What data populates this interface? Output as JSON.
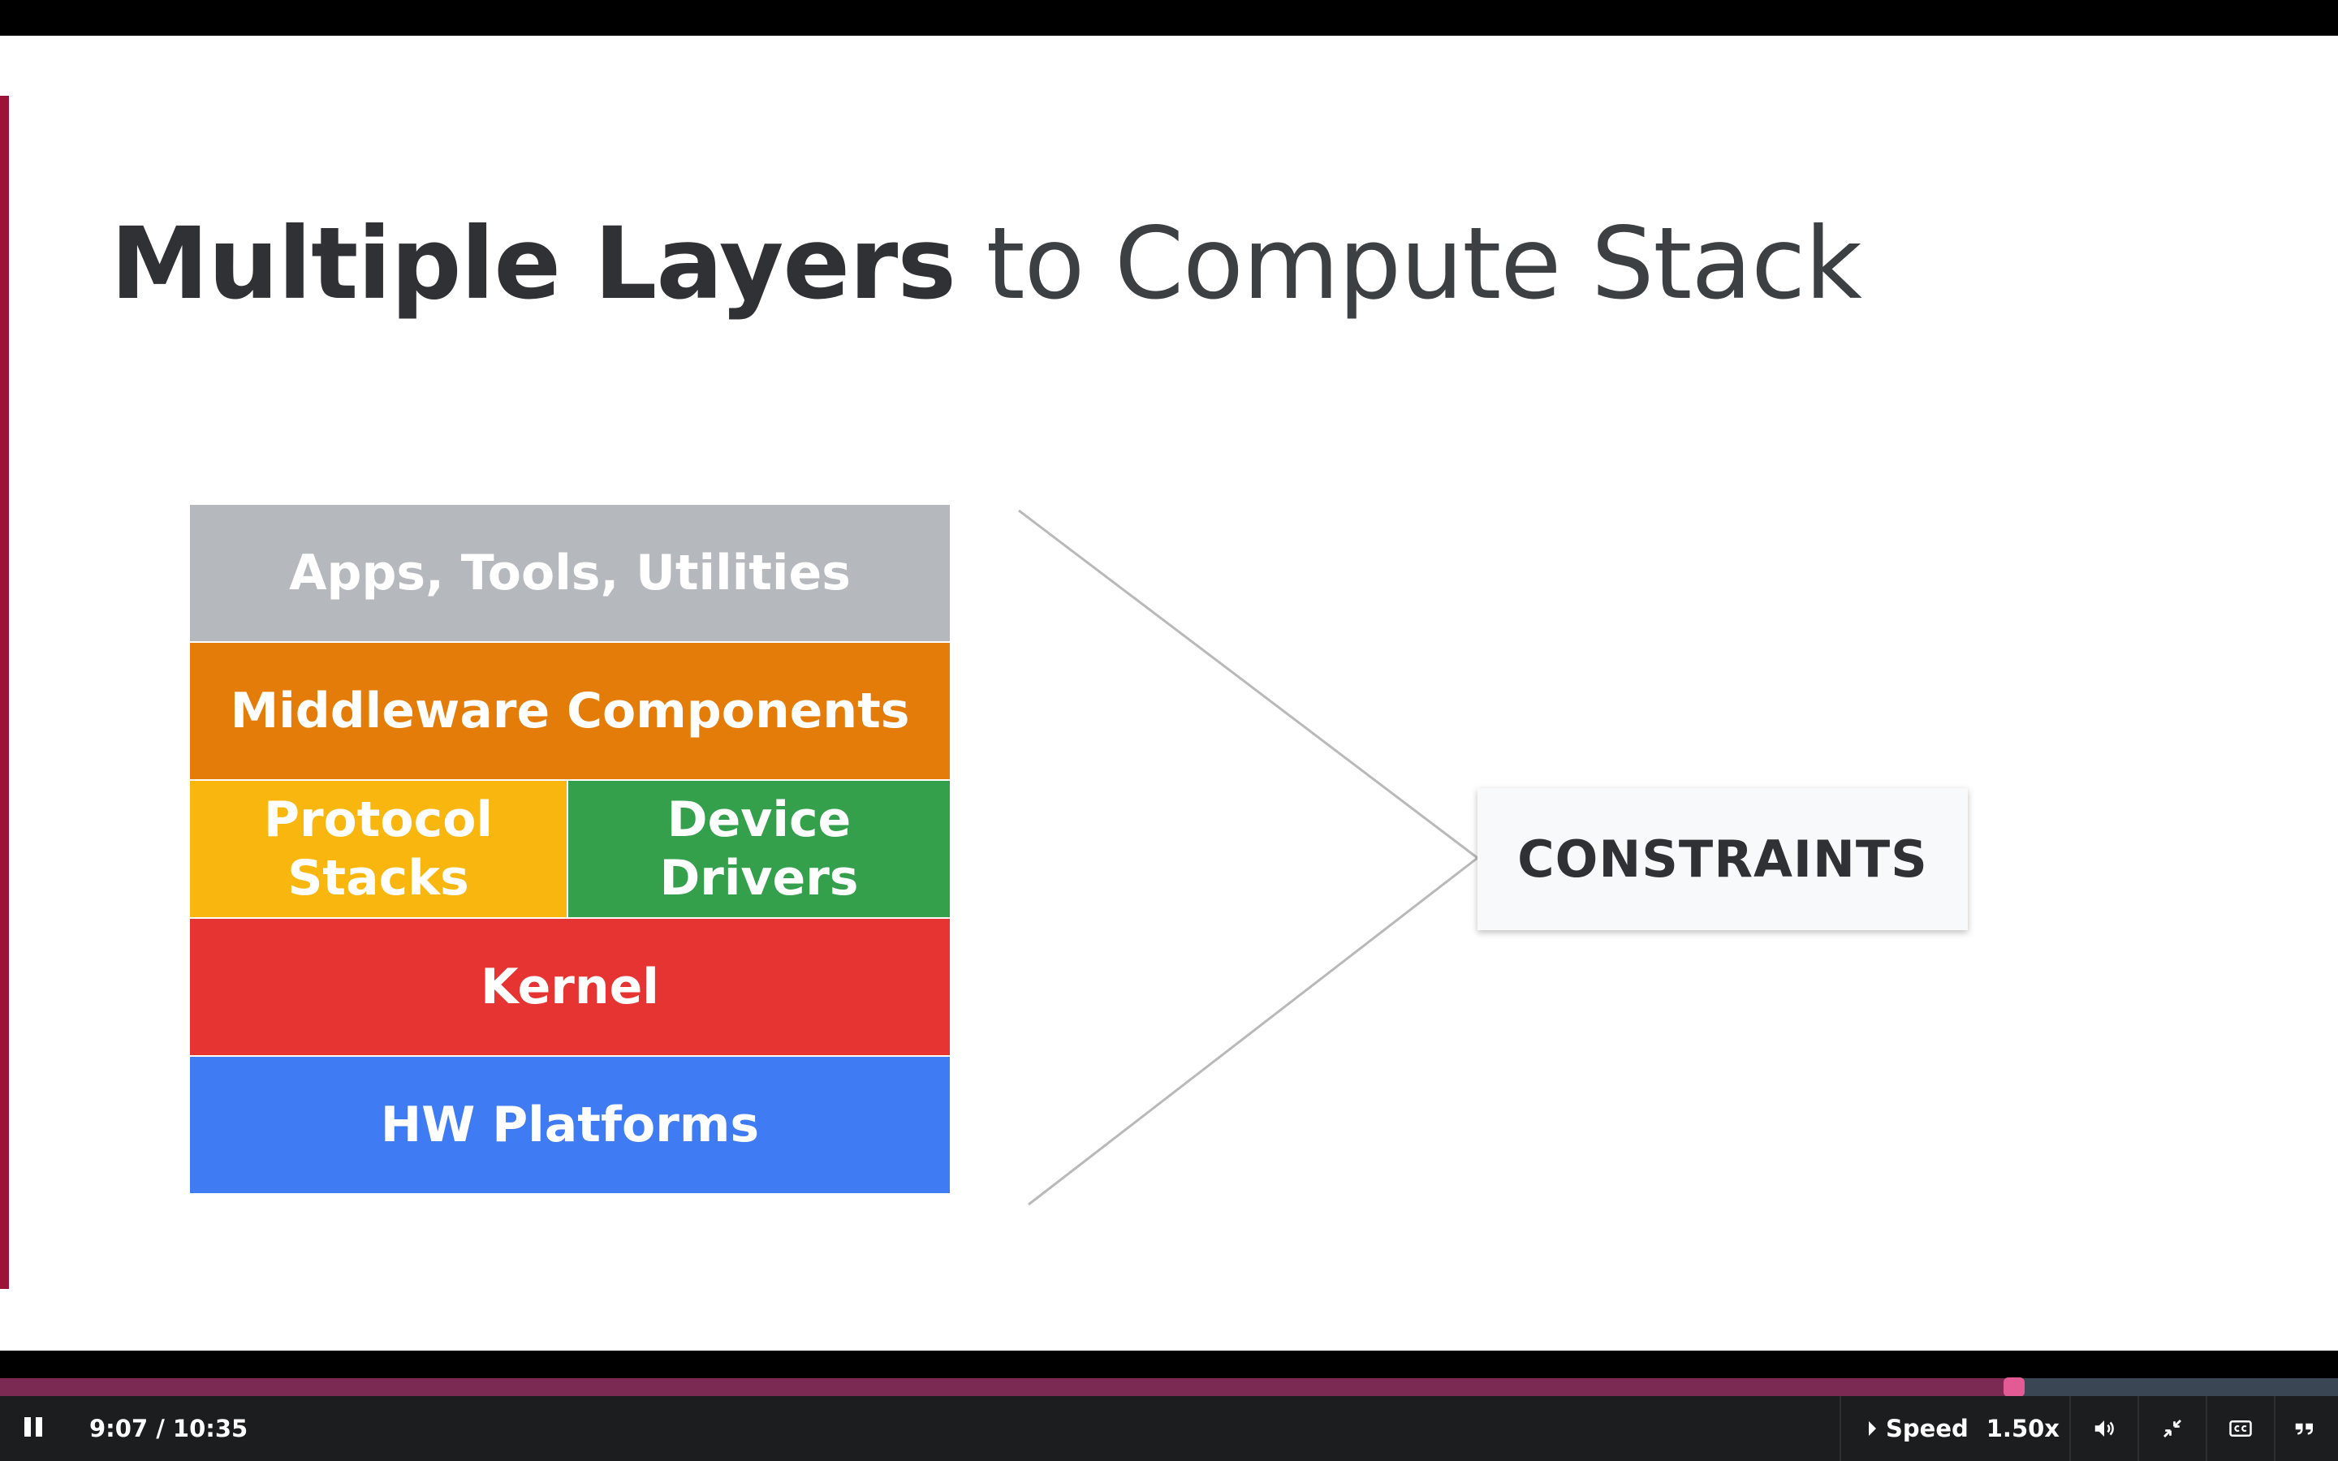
{
  "slide": {
    "title_bold": "Multiple Layers",
    "title_rest": " to Compute Stack",
    "layers": [
      {
        "label": "Apps, Tools, Utilities",
        "color": "#b5b8bd"
      },
      {
        "label": "Middleware Components",
        "color": "#e37c09"
      },
      {
        "label": "Protocol\nStacks",
        "color": "#f9b60f"
      },
      {
        "label": "Device\nDrivers",
        "color": "#34a04c"
      },
      {
        "label": "Kernel",
        "color": "#e63432"
      },
      {
        "label": "HW Platforms",
        "color": "#3f7bf2"
      }
    ],
    "constraints_label": "CONSTRAINTS",
    "accent_color": "#9c1238"
  },
  "player": {
    "current_time": "9:07",
    "duration": "10:35",
    "time_display": "9:07 / 10:35",
    "progress_fraction": 0.8614,
    "speed_label": "Speed",
    "speed_value": "1.50x",
    "progress_color": "#7a2a53",
    "knob_color": "#e25b95",
    "icons": [
      "pause-icon",
      "caret-right-icon",
      "volume-icon",
      "exit-fullscreen-icon",
      "closed-captions-icon",
      "transcript-quote-icon"
    ]
  }
}
